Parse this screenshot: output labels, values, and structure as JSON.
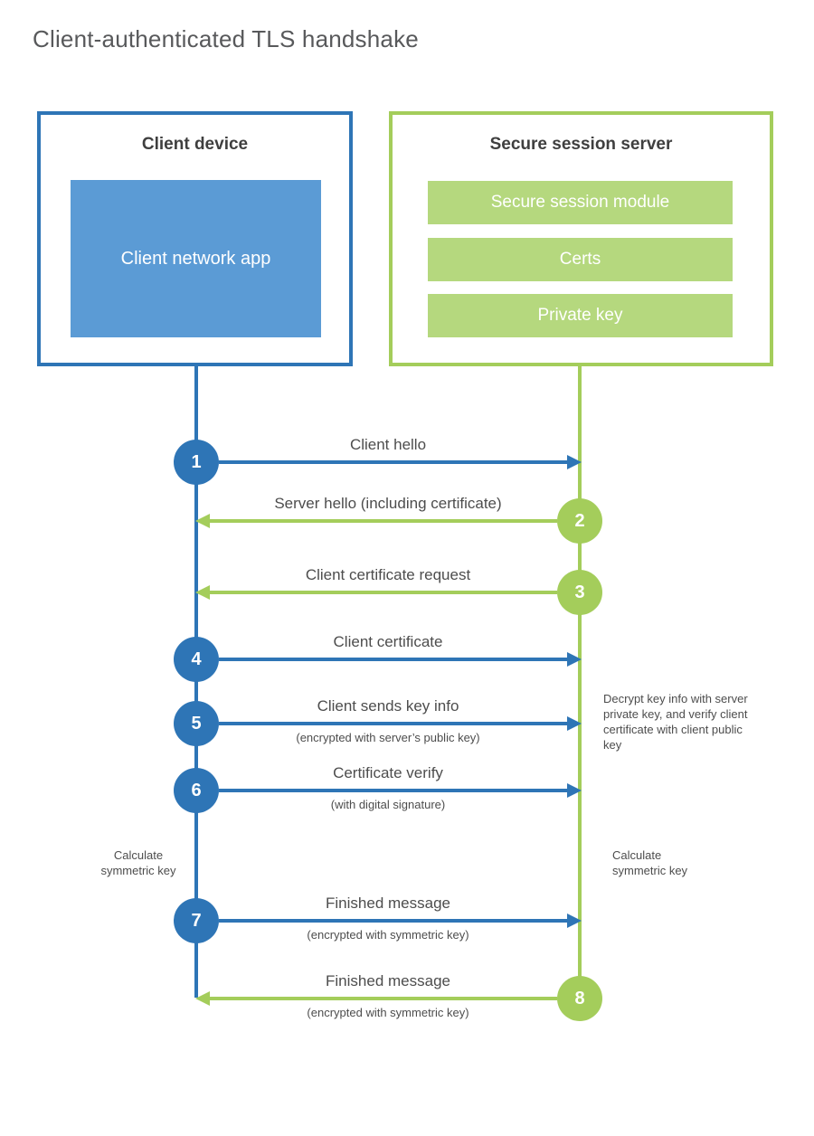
{
  "title": "Client-authenticated TLS handshake",
  "client": {
    "title": "Client device",
    "app_label": "Client network app"
  },
  "server": {
    "title": "Secure session server",
    "modules": [
      "Secure session module",
      "Certs",
      "Private key"
    ]
  },
  "steps": [
    {
      "n": "1",
      "from": "client",
      "direction": "right",
      "label": "Client hello",
      "sub": ""
    },
    {
      "n": "2",
      "from": "server",
      "direction": "left",
      "label": "Server hello (including certificate)",
      "sub": ""
    },
    {
      "n": "3",
      "from": "server",
      "direction": "left",
      "label": "Client certificate request",
      "sub": ""
    },
    {
      "n": "4",
      "from": "client",
      "direction": "right",
      "label": "Client certificate",
      "sub": ""
    },
    {
      "n": "5",
      "from": "client",
      "direction": "right",
      "label": "Client sends key info",
      "sub": "(encrypted with server’s public key)"
    },
    {
      "n": "6",
      "from": "client",
      "direction": "right",
      "label": "Certificate verify",
      "sub": "(with digital signature)"
    },
    {
      "n": "7",
      "from": "client",
      "direction": "right",
      "label": "Finished message",
      "sub": "(encrypted with symmetric key)"
    },
    {
      "n": "8",
      "from": "server",
      "direction": "left",
      "label": "Finished message",
      "sub": "(encrypted with symmetric key)"
    }
  ],
  "annotations": {
    "decrypt_note": "Decrypt key info with server private key, and verify client certificate with client public key",
    "client_calc": "Calculate symmetric key",
    "server_calc": "Calculate symmetric key"
  },
  "colors": {
    "blue": "#2e75b6",
    "light_blue": "#5b9bd5",
    "green": "#a4cd5b",
    "light_green": "#b5d87e"
  }
}
